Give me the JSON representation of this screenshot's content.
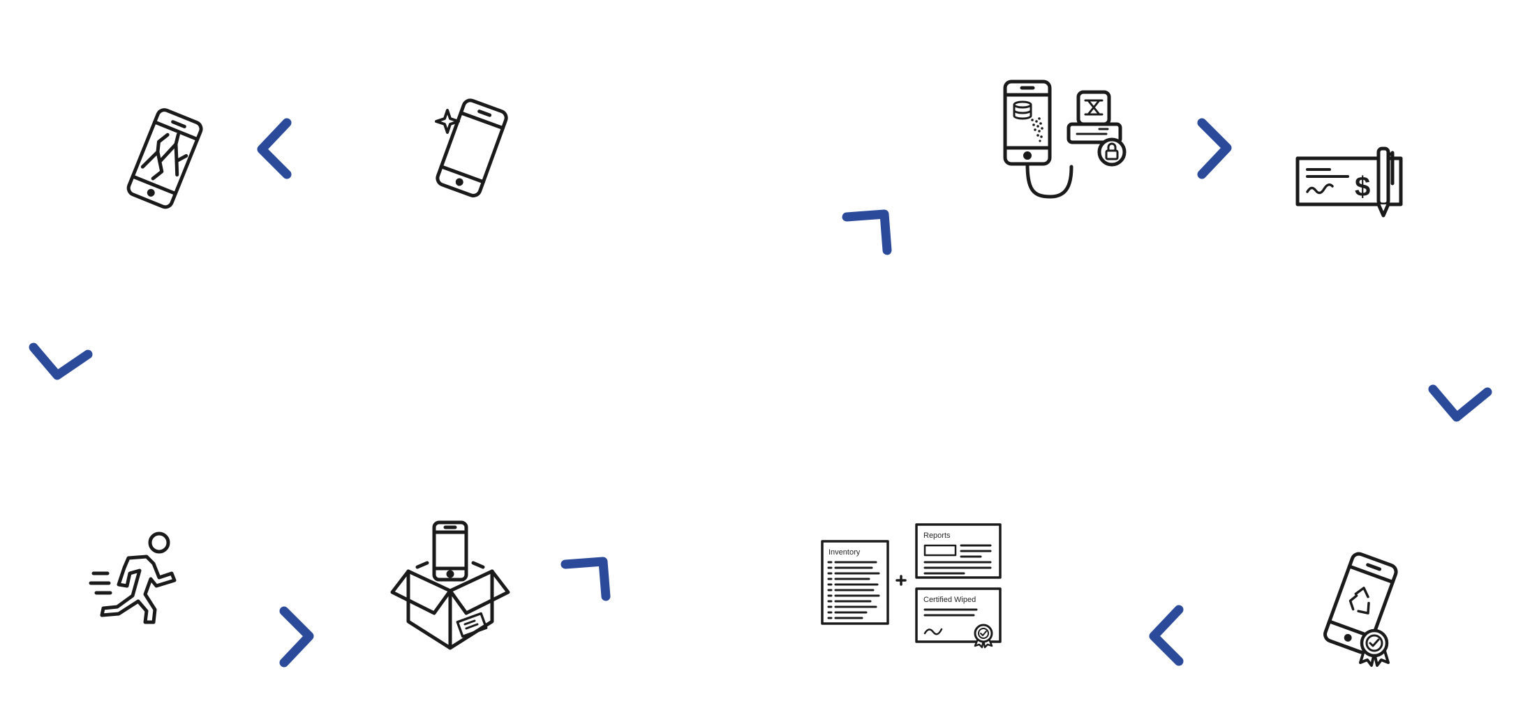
{
  "colors": {
    "icon_stroke": "#1a1a1a",
    "arrow": "#2b4a9a",
    "background": "#ffffff"
  },
  "steps": [
    {
      "icon": "broken-phone-icon"
    },
    {
      "icon": "working-phone-icon"
    },
    {
      "icon": "phone-data-wipe-icon"
    },
    {
      "icon": "payment-check-icon"
    },
    {
      "icon": "certified-recycled-phone-icon"
    },
    {
      "icon": "inventory-reports-certificate-icon"
    },
    {
      "icon": "shipping-box-phone-icon"
    },
    {
      "icon": "fast-running-person-icon"
    }
  ],
  "documents": {
    "inventory_label": "Inventory",
    "reports_label": "Reports",
    "certificate_label": "Certified Wiped"
  },
  "arrows": [
    {
      "icon": "chevron-left-icon"
    },
    {
      "icon": "chevron-corner-icon"
    },
    {
      "icon": "chevron-right-icon"
    },
    {
      "icon": "chevron-down-icon"
    },
    {
      "icon": "chevron-left-icon"
    },
    {
      "icon": "chevron-corner-icon"
    },
    {
      "icon": "chevron-right-icon"
    },
    {
      "icon": "chevron-down-icon"
    }
  ]
}
